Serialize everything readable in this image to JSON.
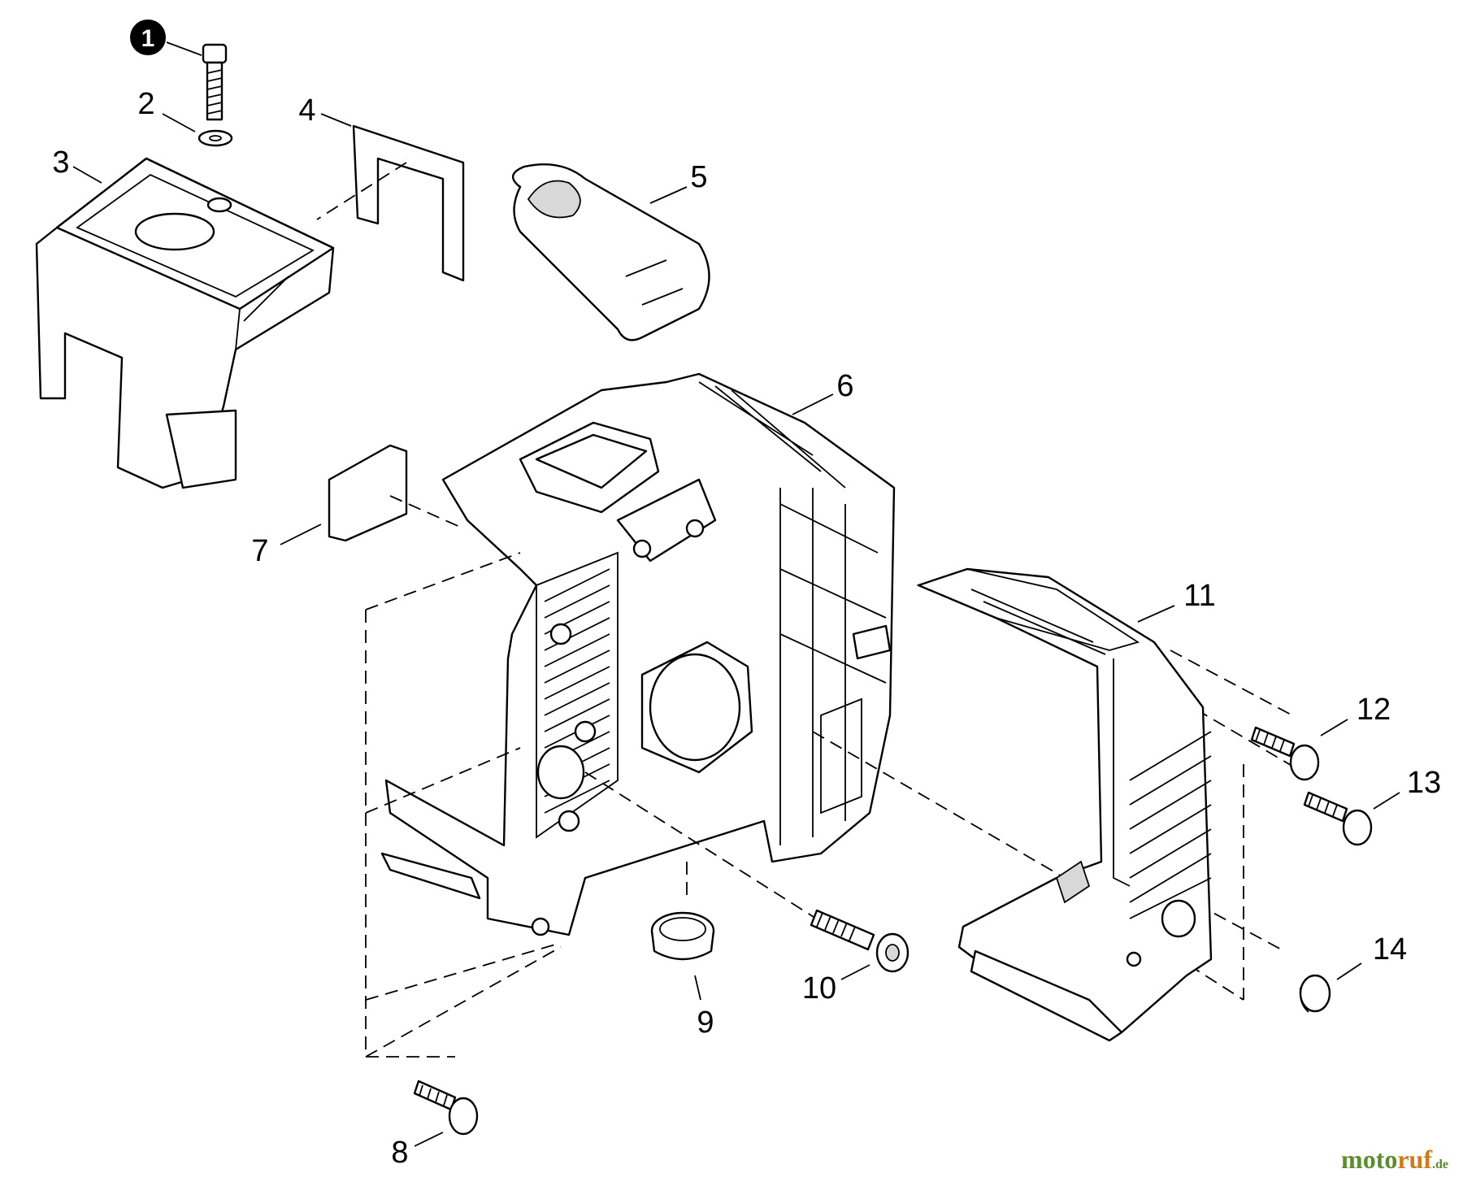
{
  "callouts": {
    "p1": "1",
    "p2": "2",
    "p3": "3",
    "p4": "4",
    "p5": "5",
    "p6": "6",
    "p7": "7",
    "p8": "8",
    "p9": "9",
    "p10": "10",
    "p11": "11",
    "p12": "12",
    "p13": "13",
    "p14": "14"
  },
  "watermark": {
    "part_a": "moto",
    "part_b": "ruf",
    "suffix": ".de"
  },
  "colors": {
    "line": "#000000",
    "watermark_green": "#5a8e2a",
    "watermark_orange": "#d07b1a"
  }
}
